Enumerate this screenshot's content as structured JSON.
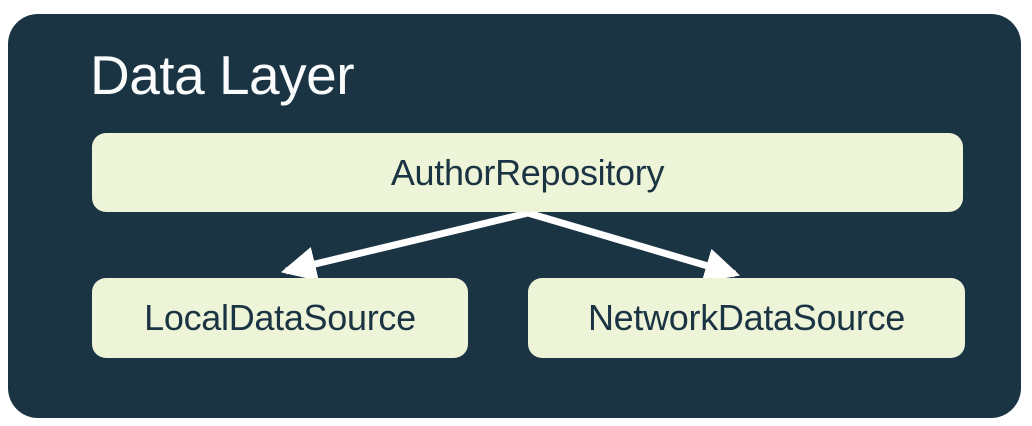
{
  "diagram": {
    "title": "Data Layer",
    "nodes": [
      {
        "id": "repository",
        "label": "AuthorRepository"
      },
      {
        "id": "local",
        "label": "LocalDataSource"
      },
      {
        "id": "network",
        "label": "NetworkDataSource"
      }
    ],
    "edges": [
      {
        "from": "AuthorRepository",
        "to": "LocalDataSource"
      },
      {
        "from": "AuthorRepository",
        "to": "NetworkDataSource"
      }
    ],
    "colors": {
      "container_background": "#1b3444",
      "node_background": "#eef4d7",
      "node_text": "#1b3444",
      "title_text": "#fafcfc",
      "arrow": "#ffffff",
      "page_background": "#ffffff"
    }
  }
}
